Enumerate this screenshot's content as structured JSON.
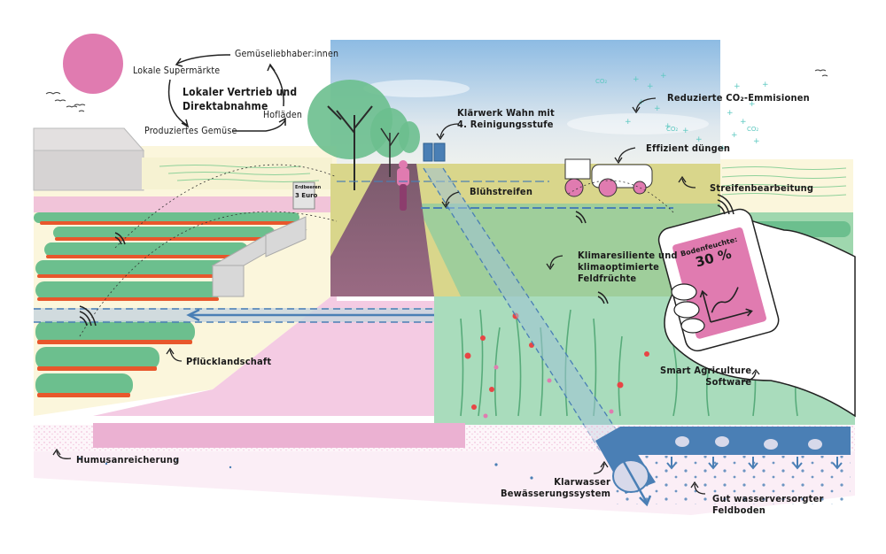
{
  "title": "Landschaftsillustration: Klärwasser-Bewässerung und Smart Agriculture",
  "colors": {
    "sun": "#e07bb0",
    "pink_path": "#f4cbe3",
    "pink_soil": "#ebb1d2",
    "soil_light": "#fbeef6",
    "field_cream": "#fbf6dc",
    "plant_green": "#6cbf8e",
    "strawberry_red": "#e8572c",
    "water_blue": "#4a7fb5",
    "pipe_fill": "#d7d9ea",
    "co2_cyan": "#5cc8c0",
    "phone_screen": "#e07bb0",
    "sky_top": "#9cc3e6",
    "sky_bottom": "#e8eef3",
    "greenhouse": "#d6d3d3",
    "road": "#8f5d78",
    "field_yellow": "#d9d68b",
    "field_green": "#9fce9b"
  },
  "cycle": {
    "center_title_line1": "Lokaler Vertrieb und",
    "center_title_line2": "Direktabnahme",
    "nodes": {
      "top": "Gemüseliebhaber:innen",
      "left": "Lokale Supermärkte",
      "bottom": "Produziertes Gemüse",
      "right": "Hofläden"
    }
  },
  "labels": {
    "klaerwerk_line1": "Klärwerk Wahn mit",
    "klaerwerk_line2": "4. Reinigungsstufe",
    "co2": "Reduzierte CO₂-Emmisionen",
    "duengen": "Effizient düngen",
    "streifen": "Streifenbearbeitung",
    "bluehstreifen": "Blühstreifen",
    "klima_line1": "Klimaresiliente und",
    "klima_line2": "klimaoptimierte",
    "klima_line3": "Feldfrüchte",
    "smart_line1": "Smart Agriculture",
    "smart_line2": "Software",
    "pflueck": "Pflücklandschaft",
    "humus": "Humusanreicherung",
    "klarwasser_line1": "Klarwasser",
    "klarwasser_line2": "Bewässerungssystem",
    "feldboden_line1": "Gut wasserversorgter",
    "feldboden_line2": "Feldboden",
    "co2_tag": "CO₂"
  },
  "sign": {
    "line1": "Erdbeeren",
    "line2": "3 Euro"
  },
  "phone": {
    "label": "Bodenfeuchte:",
    "value": "30 %",
    "moisture_percent": 30
  }
}
